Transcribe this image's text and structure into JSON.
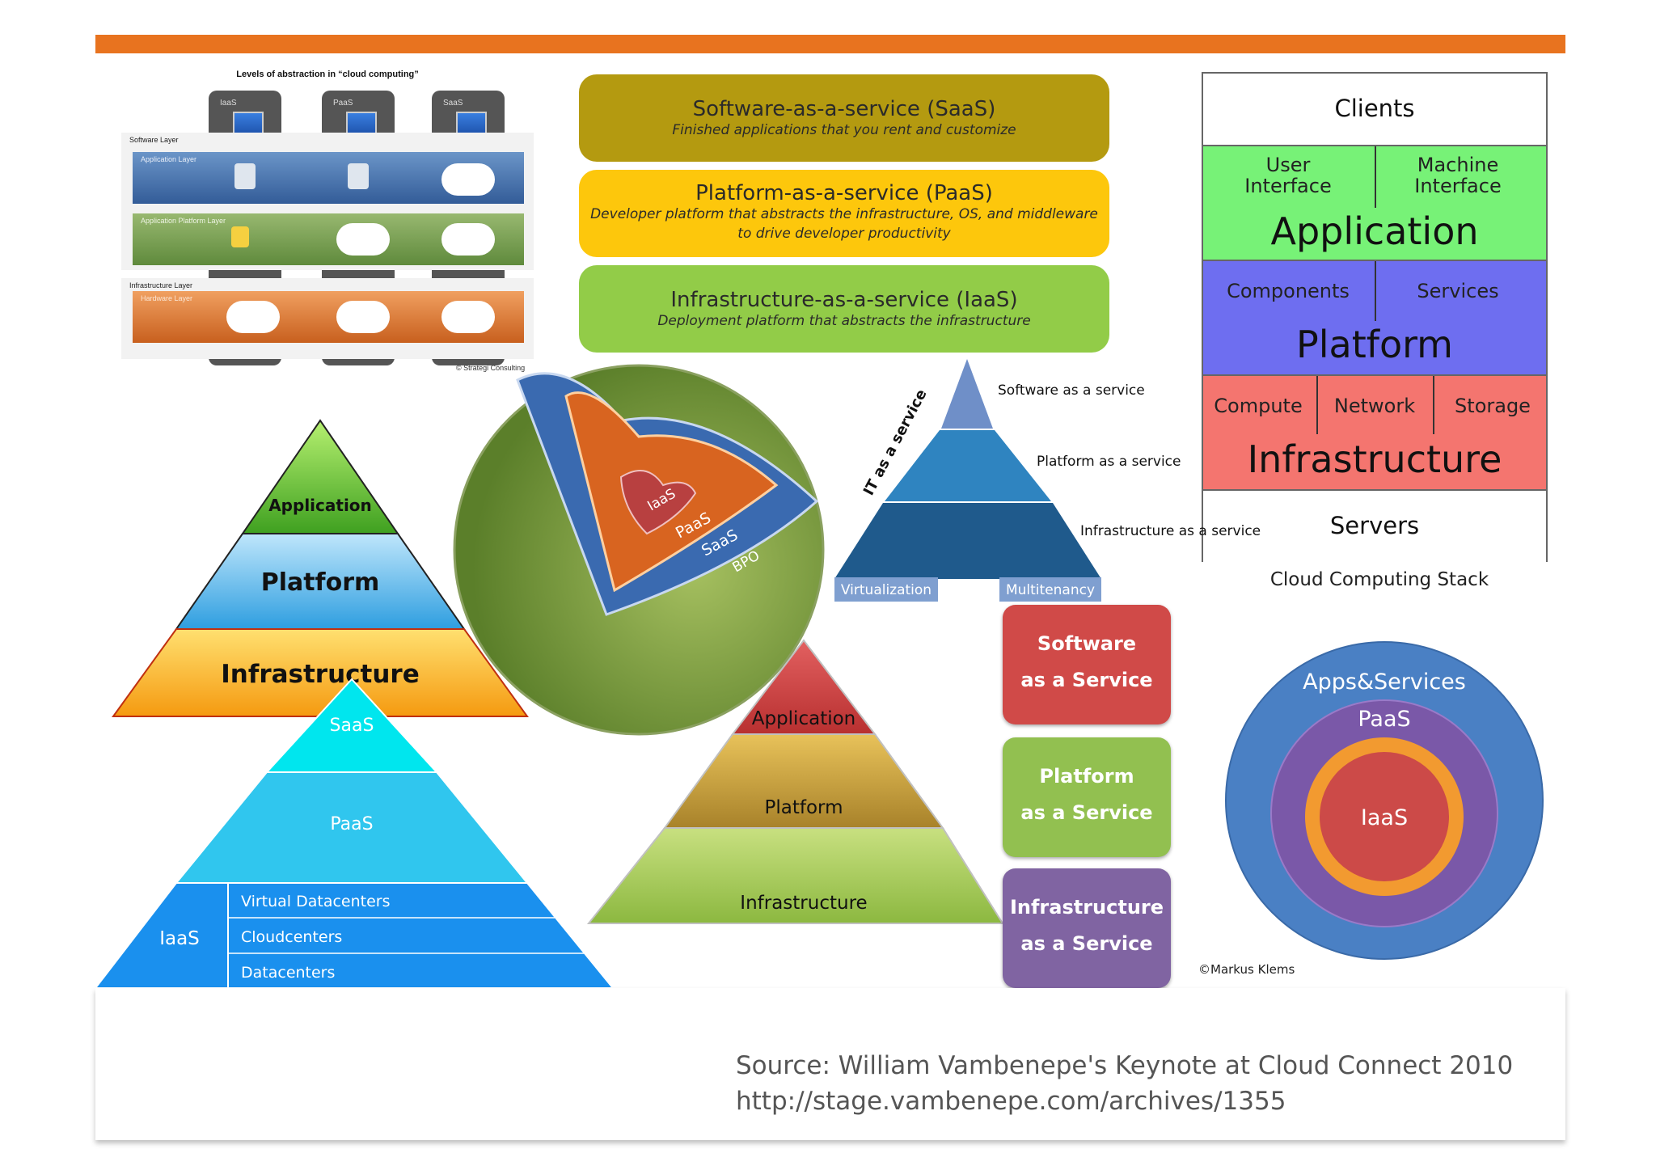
{
  "levels": {
    "title": "Levels of abstraction in “cloud computing”",
    "col_labels": [
      "IaaS",
      "PaaS",
      "SaaS"
    ],
    "software_layer": "Software Layer",
    "application_layer": "Application Layer",
    "platform_layer": "Application Platform Layer",
    "infrastructure_layer": "Infrastructure Layer",
    "hardware_layer": "Hardware Layer",
    "credit": "© Strategi Consulting"
  },
  "service_boxes": [
    {
      "title": "Software-as-a-service (SaaS)",
      "subtitle": "Finished applications that you rent and customize",
      "color": "#b49a10"
    },
    {
      "title": "Platform-as-a-service (PaaS)",
      "subtitle": "Developer platform that abstracts the infrastructure, OS, and middleware to drive developer productivity",
      "color": "#fdc70c"
    },
    {
      "title": "Infrastructure-as-a-service (IaaS)",
      "subtitle": "Deployment platform that abstracts the infrastructure",
      "color": "#92cc48"
    }
  ],
  "stack": {
    "clients": "Clients",
    "user_interface": "User Interface",
    "machine_interface": "Machine Interface",
    "application": "Application",
    "components": "Components",
    "services": "Services",
    "platform": "Platform",
    "compute": "Compute",
    "network": "Network",
    "storage": "Storage",
    "infrastructure": "Infrastructure",
    "servers": "Servers",
    "caption": "Cloud Computing Stack",
    "colors": {
      "application": "#77f277",
      "platform": "#6e6ef0",
      "infrastructure": "#f4756f"
    }
  },
  "it_pyramid": {
    "side_label": "IT as a service",
    "saas": "Software as a service",
    "paas": "Platform as a service",
    "iaas": "Infrastructure as a service",
    "virtualization": "Virtualization",
    "multitenancy": "Multitenancy"
  },
  "api_pyramid": {
    "application": "Application",
    "platform": "Platform",
    "infrastructure": "Infrastructure"
  },
  "sphere": {
    "iaas": "IaaS",
    "paas": "PaaS",
    "saas": "SaaS",
    "bpo": "BPO"
  },
  "blue_pyramid": {
    "saas": "SaaS",
    "paas": "PaaS",
    "iaas": "IaaS",
    "rows": [
      "Virtual Datacenters",
      "Cloudcenters",
      "Datacenters"
    ]
  },
  "brown_pyramid": {
    "application": "Application",
    "platform": "Platform",
    "infrastructure": "Infrastructure"
  },
  "right_boxes": [
    {
      "line1": "Software",
      "line2": "as a Service",
      "color": "#d04a48"
    },
    {
      "line1": "Platform",
      "line2": "as a Service",
      "color": "#92c050"
    },
    {
      "line1": "Infrastructure",
      "line2": "as a Service",
      "color": "#8064a2"
    }
  ],
  "circles": {
    "outer": "Apps&Services",
    "middle": "PaaS",
    "inner": "IaaS",
    "credit": "©Markus Klems"
  },
  "source": {
    "line1": "Source: William Vambenepe's  Keynote at Cloud Connect 2010",
    "line2": "http://stage.vambenepe.com/archives/1355"
  }
}
